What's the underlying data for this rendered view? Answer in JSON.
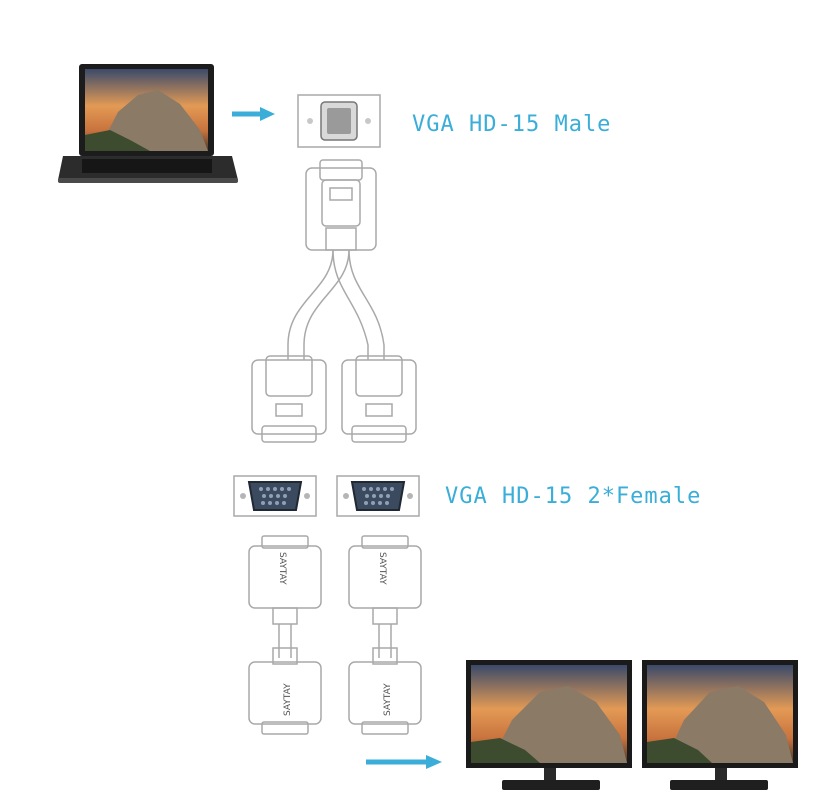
{
  "labels": {
    "male": "VGA HD-15 Male",
    "female": "VGA HD-15 2*Female"
  },
  "brand": "SAYTAY",
  "colors": {
    "label": "#3aaed8",
    "arrow": "#3aaed8",
    "line": "#a9a9a9",
    "port_fill": "#3b4a5e"
  },
  "icons": {
    "source": "laptop-icon",
    "outputs": [
      "monitor-icon",
      "monitor-icon"
    ]
  }
}
